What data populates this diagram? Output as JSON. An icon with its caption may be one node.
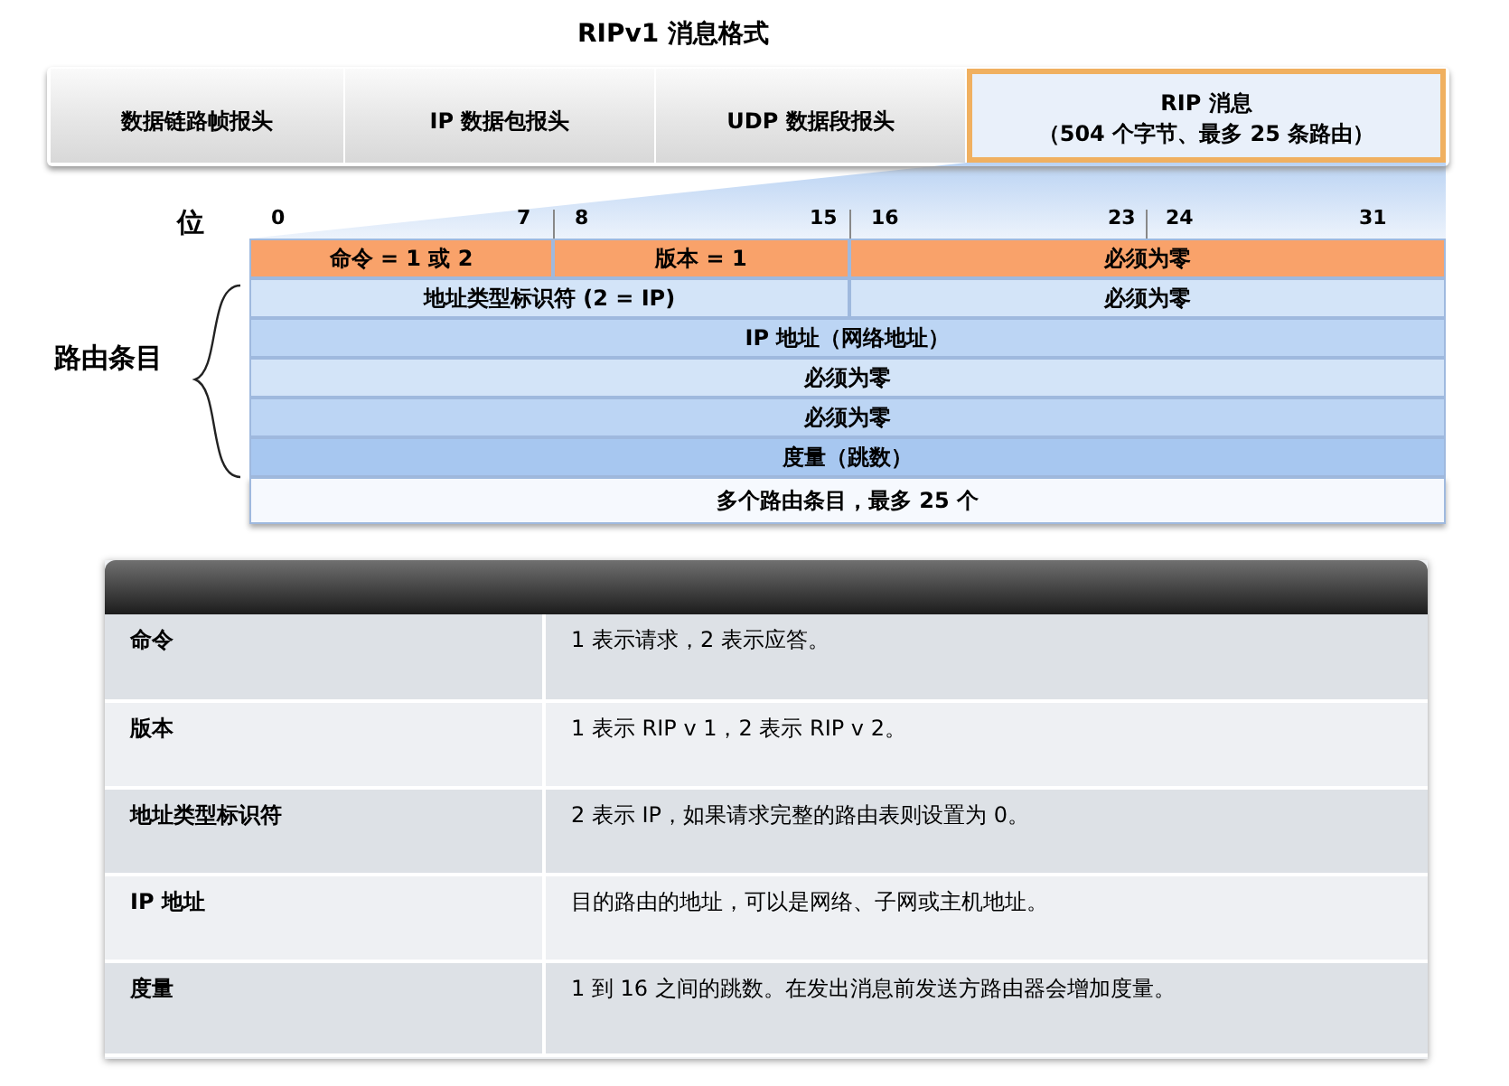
{
  "diagram": {
    "title": "RIPv1 消息格式",
    "nodes": [
      {
        "text": [
          "数据链路帧报头"
        ]
      },
      {
        "text": [
          "IP 数据包报头"
        ]
      },
      {
        "text": [
          "UDP 数据段报头"
        ]
      },
      {
        "text": [
          "RIP 消息",
          "（504 个字节、最多 25 条路由）"
        ]
      },
      {
        "text": [
          "命令 = 1 或 2"
        ]
      },
      {
        "text": [
          "版本 = 1"
        ]
      },
      {
        "text": [
          "必须为零"
        ]
      },
      {
        "text": [
          "地址类型标识符 (2 = IP)"
        ]
      },
      {
        "text": [
          "必须为零"
        ]
      },
      {
        "text": [
          "IP 地址（网络地址）"
        ]
      },
      {
        "text": [
          "必须为零"
        ]
      },
      {
        "text": [
          "必须为零"
        ]
      },
      {
        "text": [
          "度量（跳数）"
        ]
      },
      {
        "text": [
          "多个路由条目，最多 25 个"
        ]
      }
    ],
    "edges": [],
    "labels": [
      "位",
      "0",
      "7",
      "8",
      "15",
      "16",
      "23",
      "24",
      "31",
      "路由条目",
      "命令",
      "1 表示请求，2 表示应答。",
      "版本",
      "1 表示 RIP v 1，2 表示 RIP v 2。",
      "地址类型标识符",
      "2 表示 IP，如果请求完整的路由表则设置为 0。",
      "IP 地址",
      "目的路由的地址，可以是网络、子网或主机地址。",
      "度量",
      "1 到 16 之间的跳数。在发出消息前发送方路由器会增加度量。"
    ]
  }
}
